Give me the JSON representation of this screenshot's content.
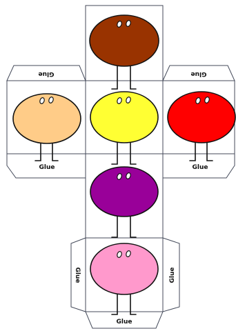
{
  "colors": {
    "outline": "#444a5a",
    "brown": "#993300",
    "peach": "#ffcc88",
    "yellow": "#ffff33",
    "red": "#ff0000",
    "purple": "#990099",
    "pink": "#ff99cc"
  },
  "tabs": {
    "left_top": "Glue",
    "left_bottom": "Glue",
    "right_top": "Glue",
    "right_bottom": "Glue",
    "side_left": "Glue",
    "side_right": "Glue",
    "bottom": "Glue"
  },
  "creatures": [
    {
      "name": "brown",
      "color": "#993300"
    },
    {
      "name": "peach",
      "color": "#ffcc88"
    },
    {
      "name": "yellow",
      "color": "#ffff33"
    },
    {
      "name": "red",
      "color": "#ff0000"
    },
    {
      "name": "purple",
      "color": "#990099"
    },
    {
      "name": "pink",
      "color": "#ff99cc"
    }
  ]
}
